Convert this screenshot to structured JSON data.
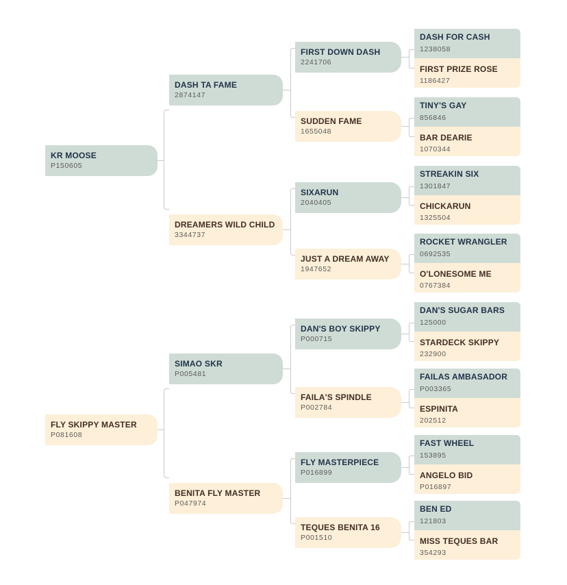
{
  "pedigree": {
    "gen1": [
      {
        "name": "KR MOOSE",
        "reg": "P150605",
        "sex": "sire"
      },
      {
        "name": "FLY SKIPPY MASTER",
        "reg": "P081608",
        "sex": "dam"
      }
    ],
    "gen2": [
      {
        "name": "DASH TA FAME",
        "reg": "2874147",
        "sex": "sire"
      },
      {
        "name": "DREAMERS WILD CHILD",
        "reg": "3344737",
        "sex": "dam"
      },
      {
        "name": "SIMAO SKR",
        "reg": "P005481",
        "sex": "sire"
      },
      {
        "name": "BENITA FLY MASTER",
        "reg": "P047974",
        "sex": "dam"
      }
    ],
    "gen3": [
      {
        "name": "FIRST DOWN DASH",
        "reg": "2241706",
        "sex": "sire"
      },
      {
        "name": "SUDDEN FAME",
        "reg": "1655048",
        "sex": "dam"
      },
      {
        "name": "SIXARUN",
        "reg": "2040405",
        "sex": "sire"
      },
      {
        "name": "JUST A DREAM AWAY",
        "reg": "1947652",
        "sex": "dam"
      },
      {
        "name": "DAN'S BOY SKIPPY",
        "reg": "P000715",
        "sex": "sire"
      },
      {
        "name": "FAILA'S SPINDLE",
        "reg": "P002784",
        "sex": "dam"
      },
      {
        "name": "FLY MASTERPIECE",
        "reg": "P016899",
        "sex": "sire"
      },
      {
        "name": "TEQUES BENITA 16",
        "reg": "P001510",
        "sex": "dam"
      }
    ],
    "gen4": [
      {
        "name": "DASH FOR CASH",
        "reg": "1238058",
        "sex": "sire"
      },
      {
        "name": "FIRST PRIZE ROSE",
        "reg": "1186427",
        "sex": "dam"
      },
      {
        "name": "TINY'S GAY",
        "reg": "856846",
        "sex": "sire"
      },
      {
        "name": "BAR DEARIE",
        "reg": "1070344",
        "sex": "dam"
      },
      {
        "name": "STREAKIN SIX",
        "reg": "1301847",
        "sex": "sire"
      },
      {
        "name": "CHICKARUN",
        "reg": "1325504",
        "sex": "dam"
      },
      {
        "name": "ROCKET WRANGLER",
        "reg": "0692535",
        "sex": "sire"
      },
      {
        "name": "O'LONESOME ME",
        "reg": "0767384",
        "sex": "dam"
      },
      {
        "name": "DAN'S SUGAR BARS",
        "reg": "125000",
        "sex": "sire"
      },
      {
        "name": "STARDECK SKIPPY",
        "reg": "232900",
        "sex": "dam"
      },
      {
        "name": "FAILAS AMBASADOR",
        "reg": "P003365",
        "sex": "sire"
      },
      {
        "name": "ESPINITA",
        "reg": "202512",
        "sex": "dam"
      },
      {
        "name": "FAST WHEEL",
        "reg": "153895",
        "sex": "sire"
      },
      {
        "name": "ANGELO BID",
        "reg": "P016897",
        "sex": "dam"
      },
      {
        "name": "BEN ED",
        "reg": "121803",
        "sex": "sire"
      },
      {
        "name": "MISS TEQUES BAR",
        "reg": "354293",
        "sex": "dam"
      }
    ]
  },
  "colors": {
    "sire": "#cfdcd5",
    "dam": "#fdefd8",
    "connector": "#c9c9c9"
  }
}
